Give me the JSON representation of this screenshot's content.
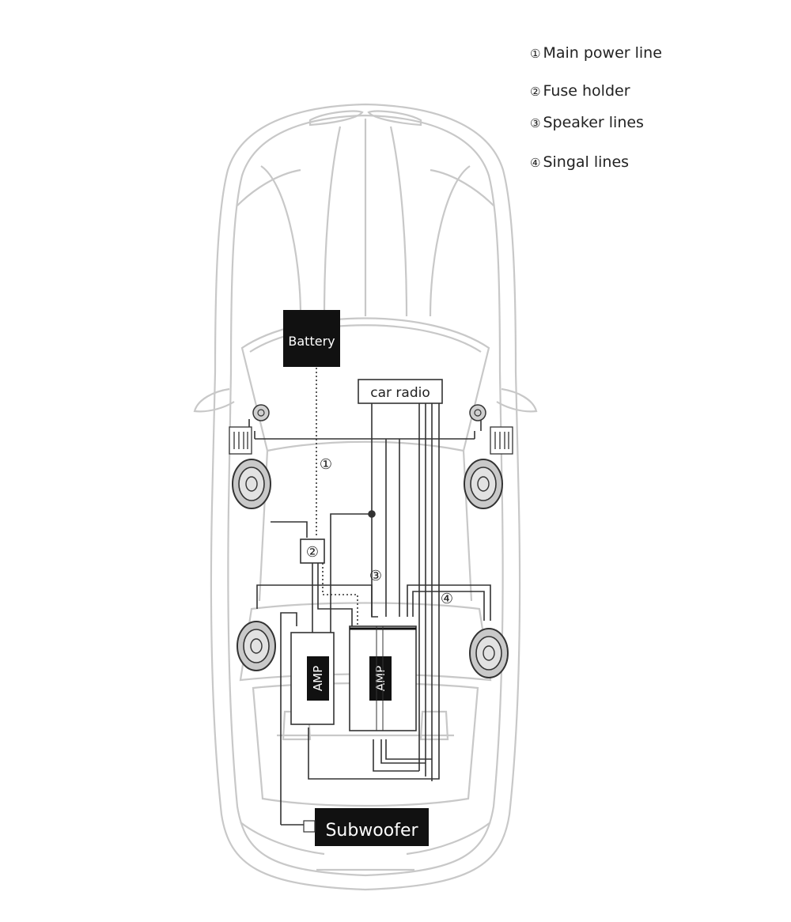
{
  "legend": [
    {
      "num": "①",
      "label": "Main power line"
    },
    {
      "num": "②",
      "label": "Fuse holder"
    },
    {
      "num": "③",
      "label": "Speaker lines"
    },
    {
      "num": "④",
      "label": "Singal lines"
    }
  ],
  "components": {
    "battery": "Battery",
    "car_radio": "car radio",
    "amp_left": "AMP",
    "amp_right": "AMP",
    "subwoofer": "Subwoofer"
  },
  "markers": {
    "main_power": "①",
    "fuse": "②",
    "speaker": "③",
    "signal": "④"
  },
  "colors": {
    "car_outline": "#c8c8c8",
    "wire": "#333333",
    "label_box": "#111111",
    "label_text": "#ffffff",
    "speaker_fill": "#c9c9c9"
  }
}
